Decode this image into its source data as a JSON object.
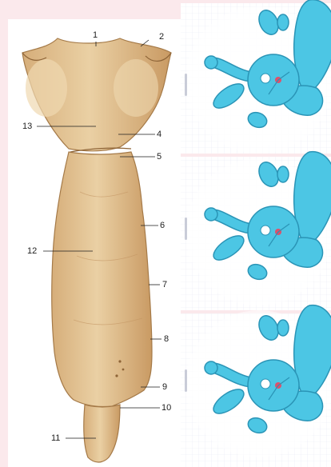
{
  "labels": [
    "1",
    "2",
    "13",
    "4",
    "5",
    "6",
    "12",
    "7",
    "8",
    "9",
    "10",
    "11"
  ],
  "colors": {
    "background": "#fbe9ec",
    "bone_light": "#e6c89a",
    "bone_mid": "#d2a873",
    "bone_dark": "#a57a48",
    "panel_bg": "#ffffff",
    "grid": "#e2e4f0",
    "mascot_fill": "#4cc6e4",
    "mascot_stroke": "#2a94b6",
    "mascot_accent": "#e0506a"
  },
  "icons": {
    "bone": "sternum-illustration",
    "mascot": "cartoon-flower-mascot-icon"
  }
}
